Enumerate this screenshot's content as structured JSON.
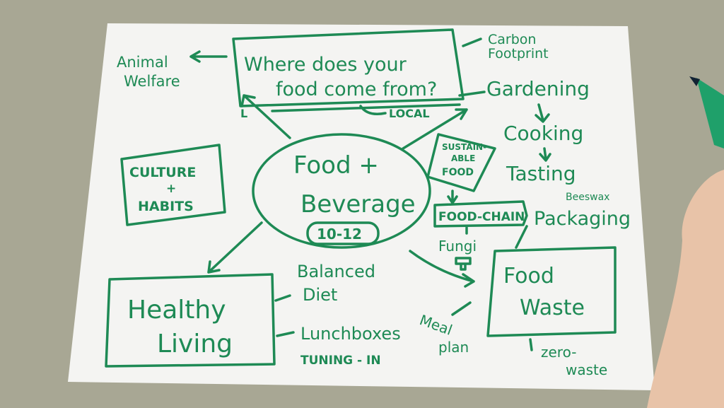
{
  "colors": {
    "ink": "#1e8a55",
    "paper": "#f4f4f2",
    "table": "#a8a794"
  },
  "center": {
    "line1": "Food +",
    "line2": "Beverage",
    "grade": "10-12"
  },
  "top": {
    "line1": "Where does your",
    "line2": "food come from?"
  },
  "nodes": {
    "animal1": "Animal",
    "animal2": "Welfare",
    "carbon1": "Carbon",
    "carbon2": "Footprint",
    "local": "LOCAL",
    "gardening": "Gardening",
    "cooking": "Cooking",
    "tasting": "Tasting",
    "sustain1": "SUSTAIN-",
    "sustain2": "ABLE",
    "sustain3": "FOOD",
    "foodchain": "FOOD-CHAIN",
    "fungi": "Fungi",
    "beeswax": "Beeswax",
    "packaging": "Packaging",
    "culture1": "CULTURE",
    "culture2": "+",
    "culture3": "HABITS",
    "healthy1": "Healthy",
    "healthy2": "Living",
    "balanced1": "Balanced",
    "balanced2": "Diet",
    "lunchboxes": "Lunchboxes",
    "tuning": "TUNING - IN",
    "waste1": "Food",
    "waste2": "Waste",
    "meal1": "Meal",
    "meal2": "plan",
    "zero1": "zero-",
    "zero2": "waste",
    "l": "L"
  }
}
